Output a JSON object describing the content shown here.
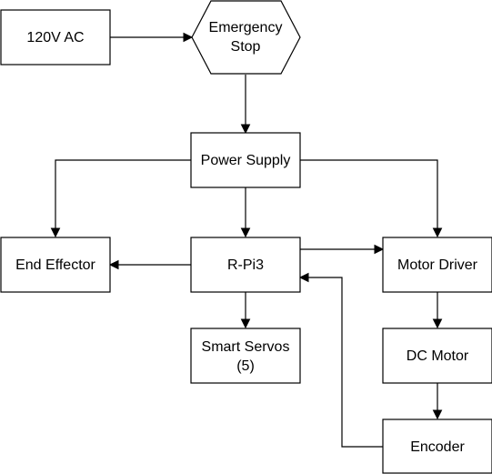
{
  "nodes": {
    "ac_source": {
      "label": "120V AC"
    },
    "emergency_stop": {
      "line1": "Emergency",
      "line2": "Stop"
    },
    "power_supply": {
      "label": "Power Supply"
    },
    "end_effector": {
      "label": "End Effector"
    },
    "rpi": {
      "label": "R-Pi3"
    },
    "motor_driver": {
      "label": "Motor Driver"
    },
    "smart_servos": {
      "line1": "Smart Servos",
      "line2": "(5)"
    },
    "dc_motor": {
      "label": "DC Motor"
    },
    "encoder": {
      "label": "Encoder"
    }
  },
  "edges": [
    {
      "from": "120V AC",
      "to": "Emergency Stop"
    },
    {
      "from": "Emergency Stop",
      "to": "Power Supply"
    },
    {
      "from": "Power Supply",
      "to": "End Effector"
    },
    {
      "from": "Power Supply",
      "to": "R-Pi3"
    },
    {
      "from": "Power Supply",
      "to": "Motor Driver"
    },
    {
      "from": "R-Pi3",
      "to": "End Effector"
    },
    {
      "from": "R-Pi3",
      "to": "Motor Driver"
    },
    {
      "from": "R-Pi3",
      "to": "Smart Servos (5)"
    },
    {
      "from": "Motor Driver",
      "to": "DC Motor"
    },
    {
      "from": "DC Motor",
      "to": "Encoder"
    },
    {
      "from": "Encoder",
      "to": "R-Pi3"
    }
  ],
  "colors": {
    "stroke": "#000000",
    "fill": "#ffffff",
    "text": "#000000"
  }
}
